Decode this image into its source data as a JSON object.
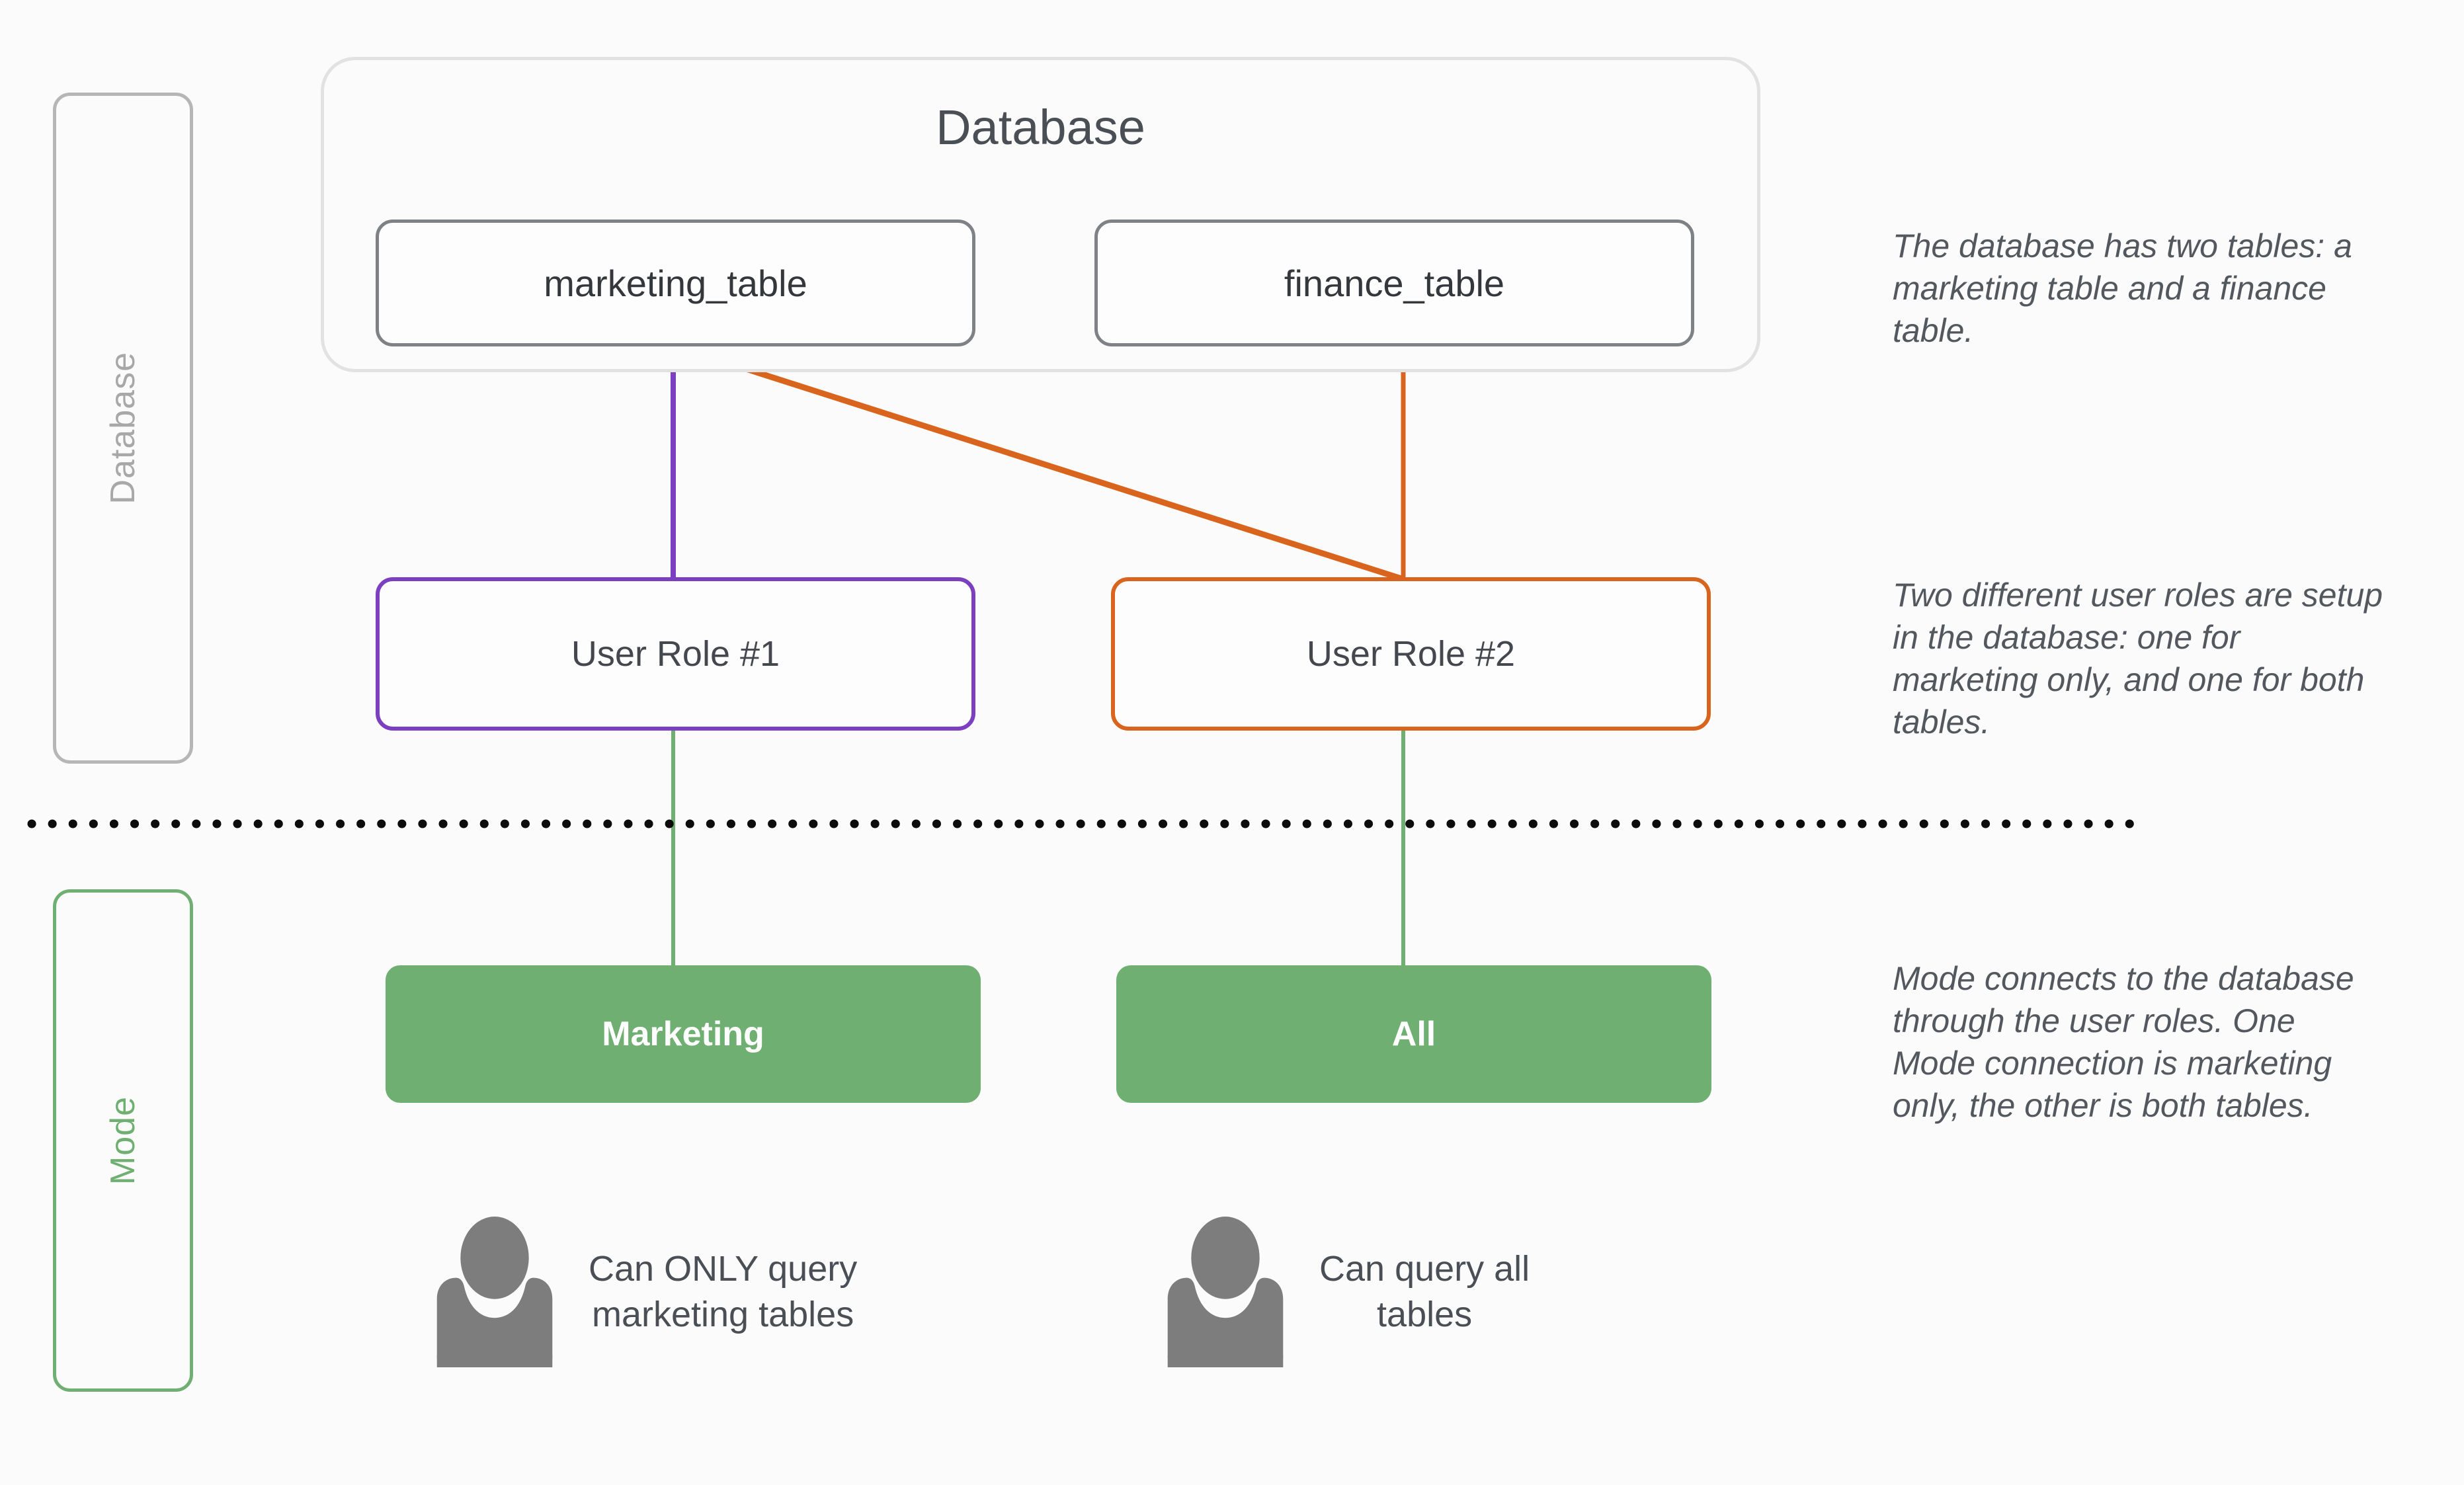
{
  "lanes": [
    {
      "key": "database",
      "label": "Database",
      "color": "#a8a8a8",
      "border": "#b6b6b6"
    },
    {
      "key": "mode",
      "label": "Mode",
      "color": "#6faf72",
      "border": "#6faf72"
    }
  ],
  "database": {
    "title": "Database",
    "tables": [
      {
        "name": "marketing_table"
      },
      {
        "name": "finance_table"
      }
    ]
  },
  "roles": [
    {
      "name": "User Role #1",
      "color": "#7b3fbf"
    },
    {
      "name": "User Role #2",
      "color": "#d9641e"
    }
  ],
  "mode_connections": [
    {
      "name": "Marketing",
      "color": "#6faf72"
    },
    {
      "name": "All",
      "color": "#6faf72"
    }
  ],
  "users": [
    {
      "icon": "person-icon",
      "caption": "Can ONLY query\nmarketing tables"
    },
    {
      "icon": "person-icon",
      "caption": "Can query all\ntables"
    }
  ],
  "annotations": [
    "The database has two tables: a\nmarketing table and a finance\ntable.",
    "Two different user roles are setup\nin the database: one for\nmarketing only, and one for both\ntables.",
    "Mode connects to the database\nthrough the user roles. One\nMode connection is marketing\nonly, the other is both tables."
  ],
  "divider": {
    "style": "dotted",
    "color": "#0c0c0c"
  },
  "colors": {
    "background": "#fbfbfb",
    "lane_gray": "#b6b6b6",
    "lane_text_gray": "#a8a8a8",
    "mode_green": "#6faf72",
    "role_purple": "#7b3fbf",
    "role_orange": "#d9641e",
    "table_border": "#7e8287",
    "text_dark": "#4a4f56",
    "person_gray": "#7d7d7d",
    "container_border": "#e2e2e2"
  }
}
